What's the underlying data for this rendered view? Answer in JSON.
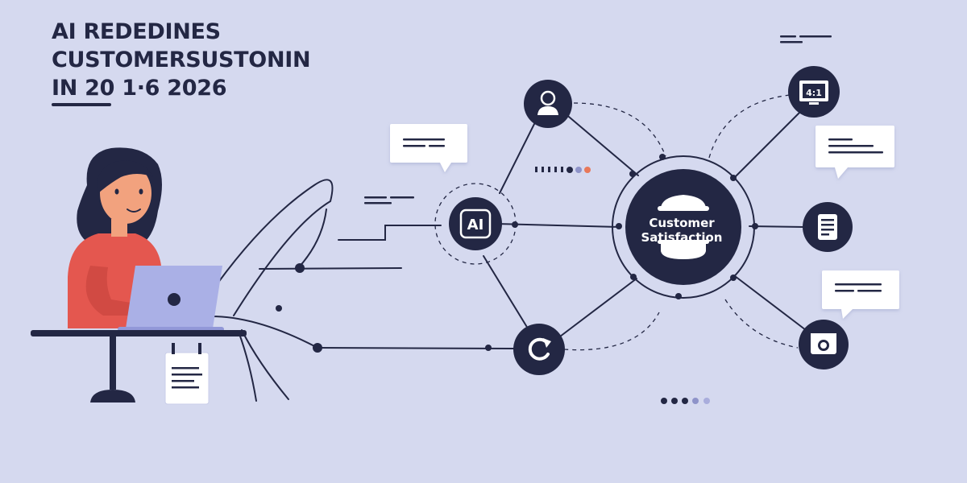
{
  "headline": {
    "line1": "AI REDEDINES",
    "line2": "CUSTOMERSUSTONIN",
    "line3": "IN 20 1·6 2026"
  },
  "ai_node": {
    "label": "AI"
  },
  "hub": {
    "line1": "Customer",
    "line2": "Satisfaction"
  },
  "monitor_node": {
    "label": "4:1"
  },
  "colors": {
    "background": "#d5d9ef",
    "navy": "#232744",
    "accent_shirt": "#e4574f",
    "laptop": "#aab0e6",
    "skin": "#f2a27e",
    "hair": "#232744",
    "dot_muted": "#8e93c9",
    "dot_accent": "#e8785a",
    "white": "#ffffff"
  },
  "icons": [
    "person-icon",
    "ai-chip-icon",
    "monitor-icon",
    "document-icon",
    "camera-icon",
    "refresh-icon",
    "jar-icon",
    "chat-bubble-icon"
  ]
}
